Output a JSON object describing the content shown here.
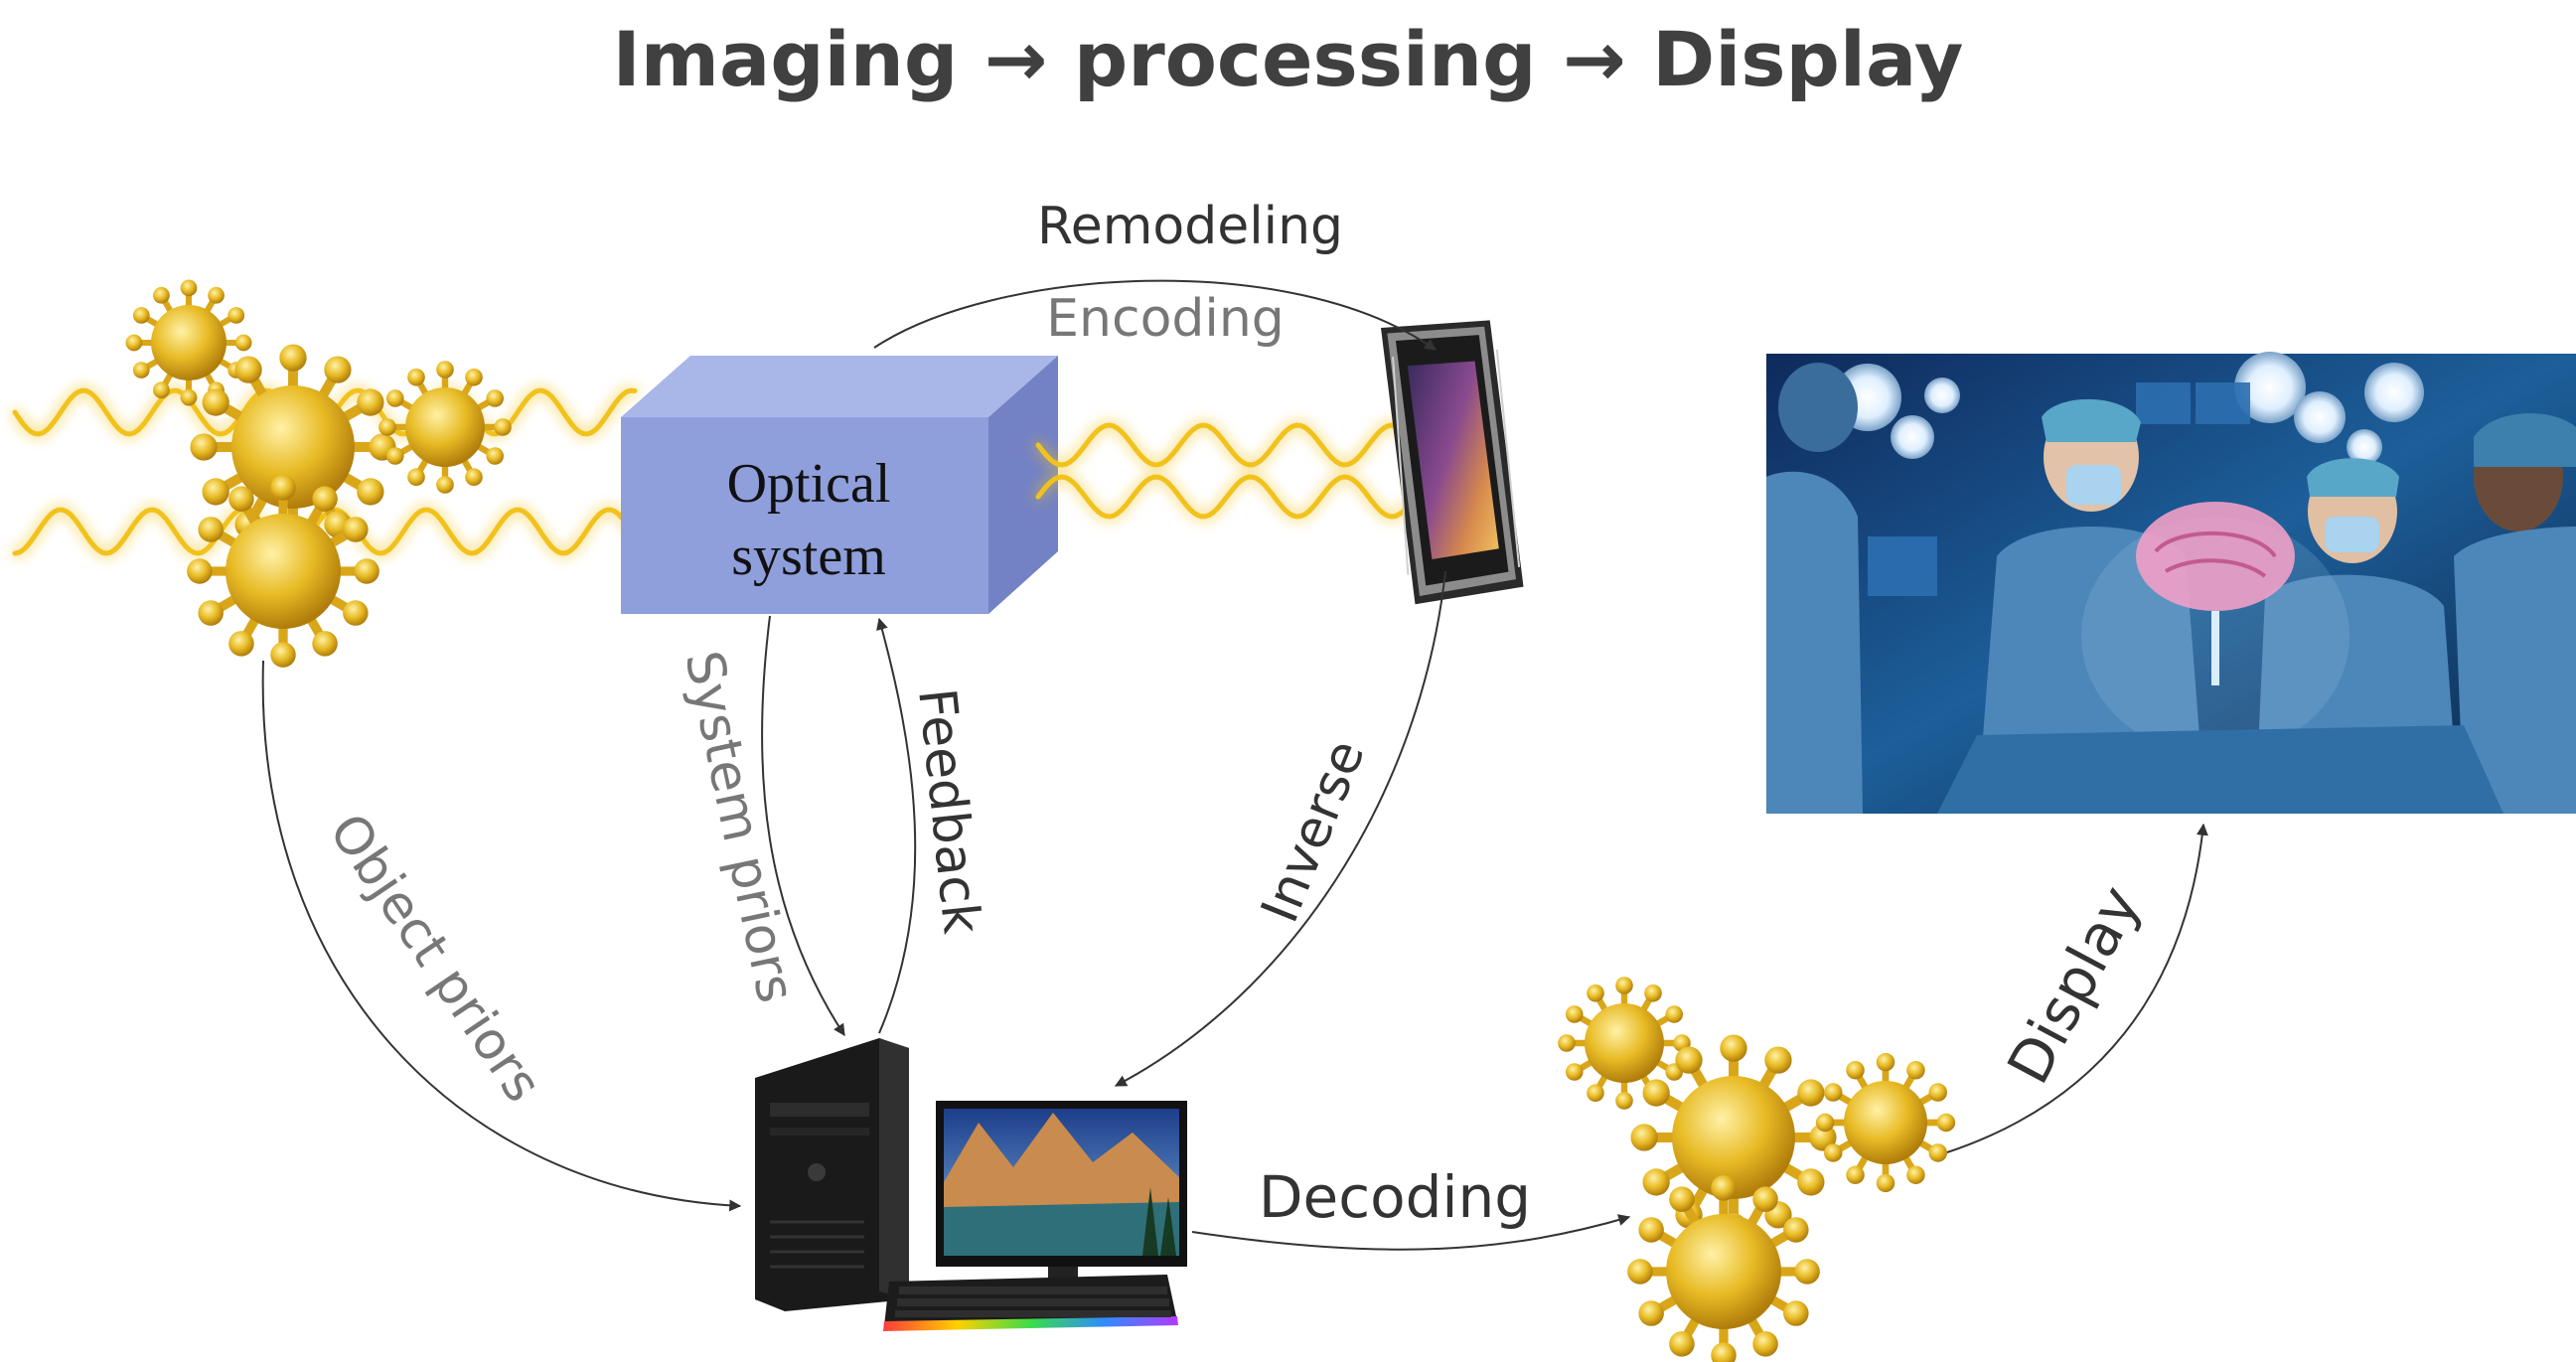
{
  "title": "Imaging → processing → Display",
  "nodes": {
    "optical_system_line1": "Optical",
    "optical_system_line2": "system"
  },
  "edges": {
    "remodeling": "Remodeling",
    "encoding": "Encoding",
    "system_priors": "System priors",
    "feedback": "Feedback",
    "inverse": "Inverse",
    "object_priors": "Object priors",
    "decoding": "Decoding",
    "display": "Display"
  },
  "colors": {
    "title": "#404040",
    "label_dark": "#333333",
    "label_gray": "#777777",
    "optical_front": "#8f9fdc",
    "optical_top": "#a9b6e8",
    "optical_side": "#7382c4",
    "light_wave": "#f2c21b",
    "virus": "#e6b820"
  },
  "icons": {
    "virus": "virus-particle-icon",
    "sensor": "image-sensor-chip-icon",
    "computer": "desktop-computer-icon",
    "photo": "surgeons-hologram-brain-photo"
  }
}
